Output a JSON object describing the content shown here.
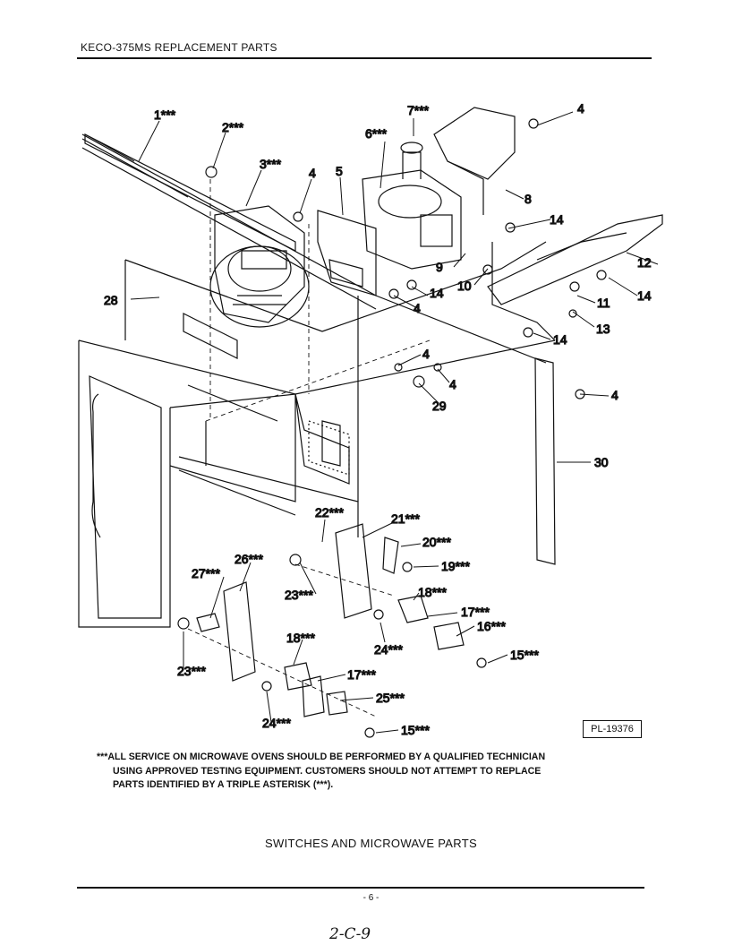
{
  "header": {
    "title": "KECO-375MS REPLACEMENT PARTS"
  },
  "diagram": {
    "plate_id": "PL-19376",
    "callouts": [
      {
        "id": "c1",
        "label": "1***"
      },
      {
        "id": "c2",
        "label": "2***"
      },
      {
        "id": "c3",
        "label": "3***"
      },
      {
        "id": "c4a",
        "label": "4"
      },
      {
        "id": "c5",
        "label": "5"
      },
      {
        "id": "c6",
        "label": "6***"
      },
      {
        "id": "c7",
        "label": "7***"
      },
      {
        "id": "c4b",
        "label": "4"
      },
      {
        "id": "c8",
        "label": "8"
      },
      {
        "id": "c14a",
        "label": "14"
      },
      {
        "id": "c12",
        "label": "12"
      },
      {
        "id": "c9",
        "label": "9"
      },
      {
        "id": "c10",
        "label": "10"
      },
      {
        "id": "c14b",
        "label": "14"
      },
      {
        "id": "c11",
        "label": "11"
      },
      {
        "id": "c14c",
        "label": "14"
      },
      {
        "id": "c28",
        "label": "28"
      },
      {
        "id": "c4c",
        "label": "4"
      },
      {
        "id": "c13",
        "label": "13"
      },
      {
        "id": "c14d",
        "label": "14"
      },
      {
        "id": "c4d",
        "label": "4"
      },
      {
        "id": "c4e",
        "label": "4"
      },
      {
        "id": "c29",
        "label": "29"
      },
      {
        "id": "c4f",
        "label": "4"
      },
      {
        "id": "c30",
        "label": "30"
      },
      {
        "id": "c22",
        "label": "22***"
      },
      {
        "id": "c21",
        "label": "21***"
      },
      {
        "id": "c20",
        "label": "20***"
      },
      {
        "id": "c26",
        "label": "26***"
      },
      {
        "id": "c19",
        "label": "19***"
      },
      {
        "id": "c27",
        "label": "27***"
      },
      {
        "id": "c23a",
        "label": "23***"
      },
      {
        "id": "c18a",
        "label": "18***"
      },
      {
        "id": "c17a",
        "label": "17***"
      },
      {
        "id": "c16",
        "label": "16***"
      },
      {
        "id": "c24a",
        "label": "24***"
      },
      {
        "id": "c15a",
        "label": "15***"
      },
      {
        "id": "c18b",
        "label": "18***"
      },
      {
        "id": "c23b",
        "label": "23***"
      },
      {
        "id": "c17b",
        "label": "17***"
      },
      {
        "id": "c25",
        "label": "25***"
      },
      {
        "id": "c24b",
        "label": "24***"
      },
      {
        "id": "c15b",
        "label": "15***"
      }
    ]
  },
  "notice": {
    "line1": "***ALL SERVICE ON MICROWAVE OVENS SHOULD BE PERFORMED BY A QUALIFIED TECHNICIAN",
    "line2": "USING APPROVED TESTING EQUIPMENT. CUSTOMERS SHOULD NOT ATTEMPT TO REPLACE",
    "line3": "PARTS IDENTIFIED BY A TRIPLE ASTERISK (***)."
  },
  "caption": "SWITCHES AND MICROWAVE PARTS",
  "page_number": "- 6 -",
  "handwritten_note": "2-C-9"
}
